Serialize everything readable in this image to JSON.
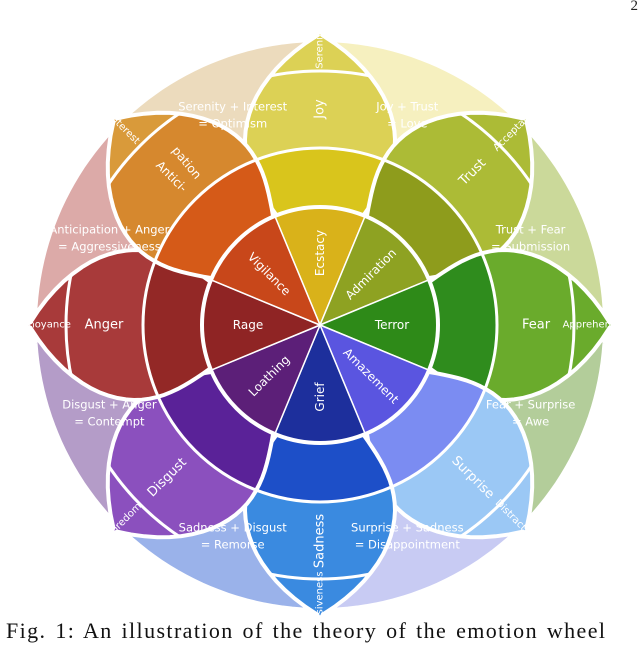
{
  "page_number": "2",
  "caption": "Fig. 1: An illustration of the theory of the emotion wheel",
  "emotions": [
    {
      "core": "Ecstacy",
      "mid": "Joy",
      "mild": "Serenity",
      "mid_color": "#d9c51c",
      "mild_color": "#dcd155",
      "core_color": "#d9b21a"
    },
    {
      "core": "Admiration",
      "mid": "Trust",
      "mild": "Acceptance",
      "mid_color": "#8e9c1c",
      "mild_color": "#acbb36",
      "core_color": "#8ea222"
    },
    {
      "core": "Terror",
      "mid": "Fear",
      "mild": "Apprehension",
      "mid_color": "#2f8c1d",
      "mild_color": "#6aab2c",
      "core_color": "#2e8a18"
    },
    {
      "core": "Amazement",
      "mid": "Surprise",
      "mild": "Distraction",
      "mid_color": "#7b8cf2",
      "mild_color": "#9bc8f5",
      "core_color": "#5a55e0"
    },
    {
      "core": "Grief",
      "mid": "Sadness",
      "mild": "Pensiveness",
      "mid_color": "#1d4fc8",
      "mild_color": "#3a8ae0",
      "core_color": "#1d2f9c"
    },
    {
      "core": "Loathing",
      "mid": "Disgust",
      "mild": "Boredom",
      "mid_color": "#5a2298",
      "mild_color": "#8b50be",
      "core_color": "#5c1f78"
    },
    {
      "core": "Rage",
      "mid": "Anger",
      "mild": "Annoyance",
      "mid_color": "#932826",
      "mild_color": "#a83a3a",
      "core_color": "#8f2424"
    },
    {
      "core": "Vigilance",
      "mid": "Anticipation",
      "mid_lines": [
        "Antici-",
        "pation"
      ],
      "mild": "Interest",
      "mid_color": "#d55a18",
      "mild_color": "#d6882e",
      "core_color": "#c8471a",
      "tip_color": "#d99a3a"
    }
  ],
  "dyads": [
    {
      "name": "Joy + Trust",
      "result": "= Love",
      "color": "#f6f0bf"
    },
    {
      "name": "Trust + Fear",
      "result": "= Submission",
      "color": "#cbd99a"
    },
    {
      "name": "Fear + Surprise",
      "result": "= Awe",
      "color": "#b3cd9a"
    },
    {
      "name": "Surprise + Sadness",
      "result": "= Disappointment",
      "color": "#c8cbf3"
    },
    {
      "name": "Sadness + Disgust",
      "result": "= Remorse",
      "color": "#9ab2ea"
    },
    {
      "name": "Disgust + Anger",
      "result": "= Contempt",
      "color": "#b49cc8"
    },
    {
      "name": "Anticipation + Anger",
      "result": "= Aggressiveness",
      "color": "#dcaaa8"
    },
    {
      "name": "Serenity + Interest",
      "result": "= Optimism",
      "color": "#ecdbbd"
    }
  ]
}
